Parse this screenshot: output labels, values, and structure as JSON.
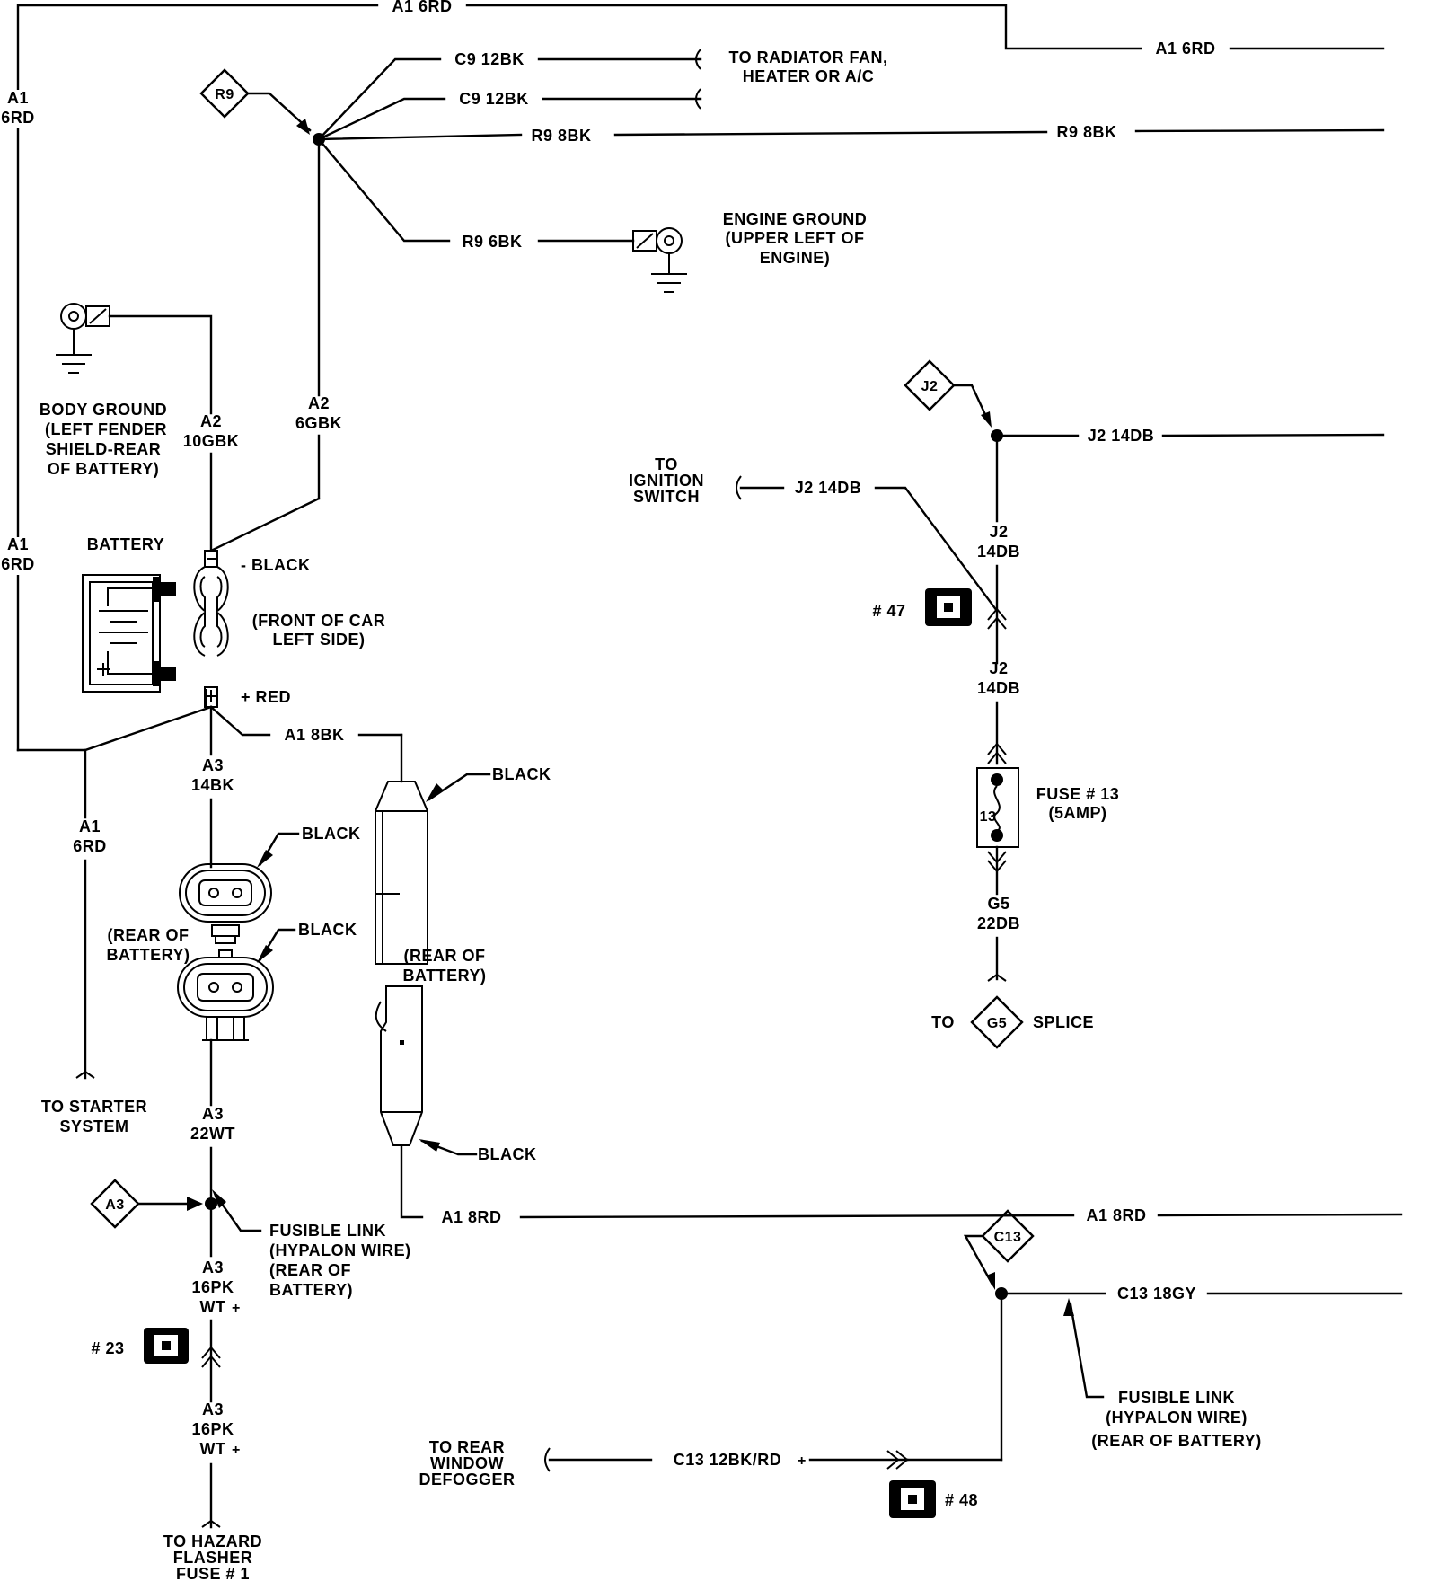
{
  "labels": {
    "a1_top": "A1 6RD",
    "a1_top_right": "A1 6RD",
    "a1_left_1": "A1",
    "a1_left_1b": "6RD",
    "a1_left_2": "A1",
    "a1_left_2b": "6RD",
    "c9_1": "C9 12BK",
    "c9_2": "C9 12BK",
    "radiator_1": "TO RADIATOR FAN,",
    "radiator_2": "HEATER OR A/C",
    "r9_node": "R9",
    "r9_mid": "R9 8BK",
    "r9_right": "R9 8BK",
    "r9_eng": "R9 6BK",
    "eng_gnd_1": "ENGINE GROUND",
    "eng_gnd_2": "(UPPER LEFT OF",
    "eng_gnd_3": "ENGINE)",
    "body_gnd_1": "BODY GROUND",
    "body_gnd_2": "(LEFT FENDER",
    "body_gnd_3": "SHIELD-REAR",
    "body_gnd_4": "OF BATTERY)",
    "a2_1": "A2",
    "a2_1b": "10GBK",
    "a2_2": "A2",
    "a2_2b": "6GBK",
    "battery": "BATTERY",
    "neg_black": "- BLACK",
    "front_car_1": "(FRONT OF CAR",
    "front_car_2": "LEFT SIDE)",
    "pos_red": "+ RED",
    "a1_8bk": "A1 8BK",
    "black_1": "BLACK",
    "black_2": "BLACK",
    "black_3": "BLACK",
    "black_4": "BLACK",
    "a3_14bk": "A3",
    "a3_14bkb": "14BK",
    "a1_6rd_mid": "A1",
    "a1_6rd_midb": "6RD",
    "rear_batt_1a": "(REAR OF",
    "rear_batt_1b": "BATTERY)",
    "rear_batt_2a": "(REAR OF",
    "rear_batt_2b": "BATTERY)",
    "starter_1": "TO STARTER",
    "starter_2": "SYSTEM",
    "a3_22wt": "A3",
    "a3_22wtb": "22WT",
    "a3_node": "A3",
    "fusible_1": "FUSIBLE LINK",
    "fusible_2": "(HYPALON WIRE)",
    "fusible_3": "(REAR OF",
    "fusible_4": "BATTERY)",
    "a3_16pk_1": "A3",
    "a3_16pk_1b": "16PK",
    "a3_16pk_1c": "WT",
    "conn_23": "# 23",
    "a3_16pk_2": "A3",
    "a3_16pk_2b": "16PK",
    "a3_16pk_2c": "WT",
    "hazard_1": "TO HAZARD",
    "hazard_2": "FLASHER",
    "hazard_3": "FUSE # 1",
    "a1_8rd_1": "A1 8RD",
    "a1_8rd_2": "A1 8RD",
    "j2_node": "J2",
    "j2_right": "J2 14DB",
    "ign_1": "TO",
    "ign_2": "IGNITION",
    "ign_3": "SWITCH",
    "j2_ign": "J2 14DB",
    "j2_v1": "J2",
    "j2_v1b": "14DB",
    "conn_47": "# 47",
    "j2_v2": "J2",
    "j2_v2b": "14DB",
    "fuse13_1": "FUSE # 13",
    "fuse13_2": "(5AMP)",
    "fuse13_num": "13",
    "g5_1": "G5",
    "g5_1b": "22DB",
    "to_g5": "TO",
    "g5_node": "G5",
    "splice": "SPLICE",
    "c13_node": "C13",
    "c13_18gy": "C13 18GY",
    "fusible_r_1": "FUSIBLE LINK",
    "fusible_r_2": "(HYPALON WIRE)",
    "fusible_r_3": "(REAR OF BATTERY)",
    "defog_1": "TO REAR",
    "defog_2": "WINDOW",
    "defog_3": "DEFOGGER",
    "c13_12bk": "C13 12BK/RD",
    "conn_48": "# 48"
  }
}
